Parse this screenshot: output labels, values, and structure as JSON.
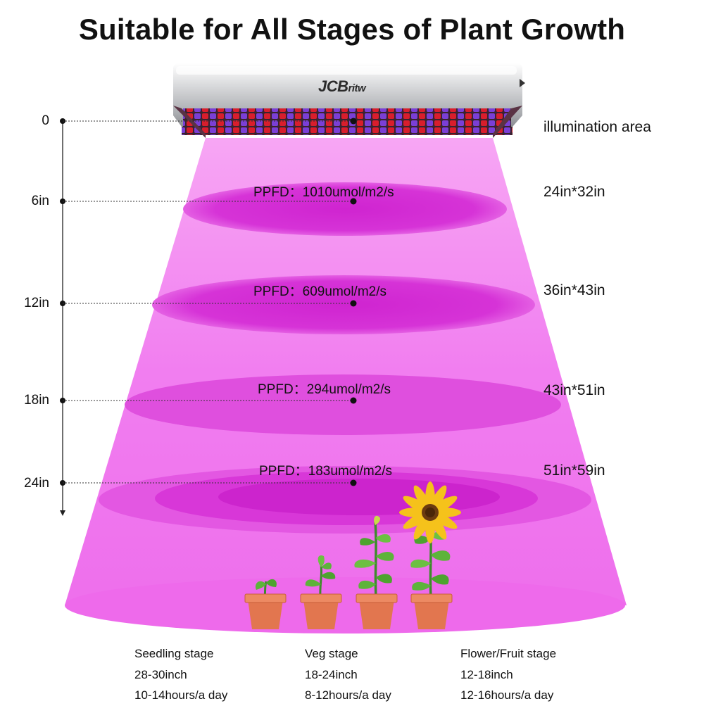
{
  "title": "Suitable for All Stages of Plant Growth",
  "brand": {
    "main": "JCB",
    "small": "ritw"
  },
  "area_header": "illumination area",
  "heights": [
    "0",
    "6in",
    "12in",
    "18in",
    "24in"
  ],
  "levels": [
    {
      "ppfd": "PPFD：1010umol/m2/s",
      "area": "24in*32in"
    },
    {
      "ppfd": "PPFD：609umol/m2/s",
      "area": "36in*43in"
    },
    {
      "ppfd": "PPFD：294umol/m2/s",
      "area": "43in*51in"
    },
    {
      "ppfd": "PPFD：183umol/m2/s",
      "area": "51in*59in"
    }
  ],
  "stages": [
    {
      "name": "Seedling stage",
      "distance": "28-30inch",
      "hours": "10-14hours/a day"
    },
    {
      "name": "Veg stage",
      "distance": "18-24inch",
      "hours": "8-12hours/a day"
    },
    {
      "name": "Flower/Fruit stage",
      "distance": "12-18inch",
      "hours": "12-16hours/a day"
    }
  ],
  "colors": {
    "light": "#f067ee",
    "ellipse": "#d531d6",
    "led_red": "#d81e2c",
    "led_blue": "#7a3fd6",
    "pot": "#e2764f"
  }
}
